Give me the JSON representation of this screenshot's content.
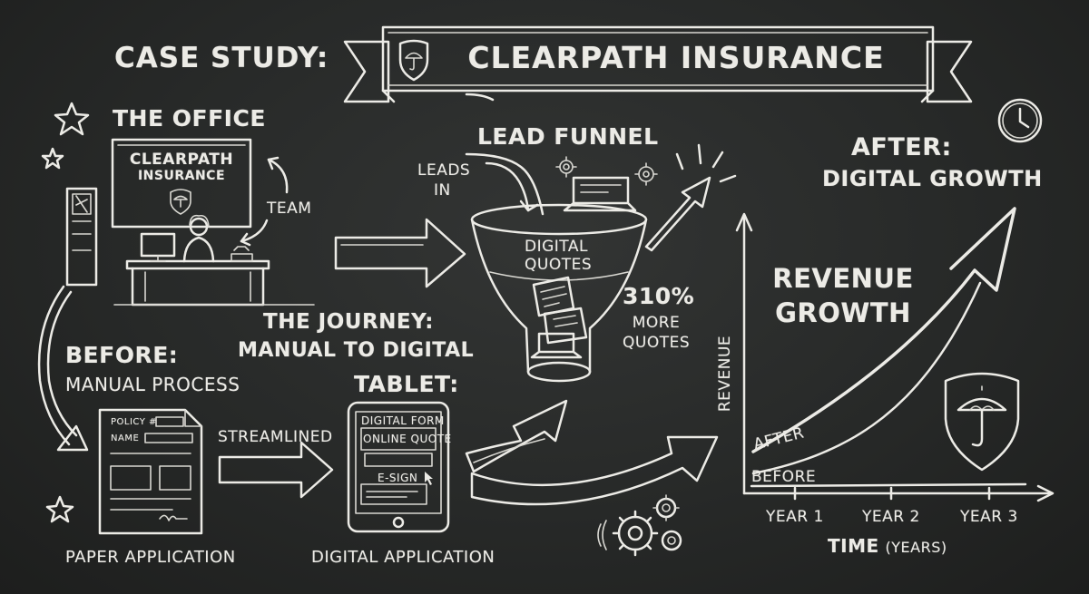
{
  "header": {
    "prefix": "CASE STUDY:",
    "banner_title": "CLEARPATH INSURANCE"
  },
  "office": {
    "title": "THE OFFICE",
    "sign_line1": "CLEARPATH",
    "sign_line2": "INSURANCE",
    "team_label": "TEAM"
  },
  "before": {
    "title": "BEFORE:",
    "subtitle": "MANUAL PROCESS",
    "form_policy": "POLICY #",
    "form_name": "NAME",
    "caption": "PAPER APPLICATION"
  },
  "journey": {
    "line1": "THE JOURNEY:",
    "line2": "MANUAL TO DIGITAL",
    "streamlined": "STREAMLINED"
  },
  "tablet": {
    "title": "TABLET:",
    "field1": "DIGITAL FORM",
    "field2": "ONLINE QUOTE",
    "field3": "E-SIGN",
    "caption": "DIGITAL APPLICATION"
  },
  "funnel": {
    "title": "LEAD FUNNEL",
    "leads_line1": "LEADS",
    "leads_line2": "IN",
    "inner_line1": "DIGITAL",
    "inner_line2": "QUOTES",
    "stat_value": "310%",
    "stat_line1": "MORE",
    "stat_line2": "QUOTES"
  },
  "after": {
    "title": "AFTER:",
    "subtitle": "DIGITAL GROWTH"
  },
  "chart_data": {
    "type": "line",
    "title": "REVENUE GROWTH",
    "title_line1": "REVENUE",
    "title_line2": "GROWTH",
    "ylabel": "REVENUE",
    "xlabel_main": "TIME",
    "xlabel_unit": "(YEARS)",
    "categories": [
      "YEAR 1",
      "YEAR 2",
      "YEAR 3"
    ],
    "grid": false,
    "series": [
      {
        "name": "BEFORE",
        "shape": "flat"
      },
      {
        "name": "AFTER",
        "shape": "exponential"
      }
    ]
  }
}
